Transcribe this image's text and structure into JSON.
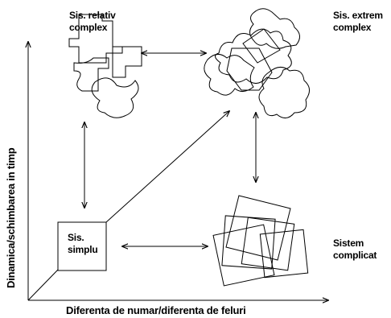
{
  "nodes": {
    "relativ_complex": {
      "line1": "Sis. relativ",
      "line2": "complex"
    },
    "extrem_complex": {
      "line1": "Sis. extrem",
      "line2": "complex"
    },
    "simplu": {
      "line1": "Sis.",
      "line2": "simplu"
    },
    "complicat": {
      "line1": "Sistem",
      "line2": "complicat"
    }
  },
  "axes": {
    "y_label": "Dinamica/schimbarea in timp",
    "x_label": "Diferenta de numar/diferenta de feluri"
  },
  "colors": {
    "ink": "#000000",
    "background": "#ffffff"
  }
}
